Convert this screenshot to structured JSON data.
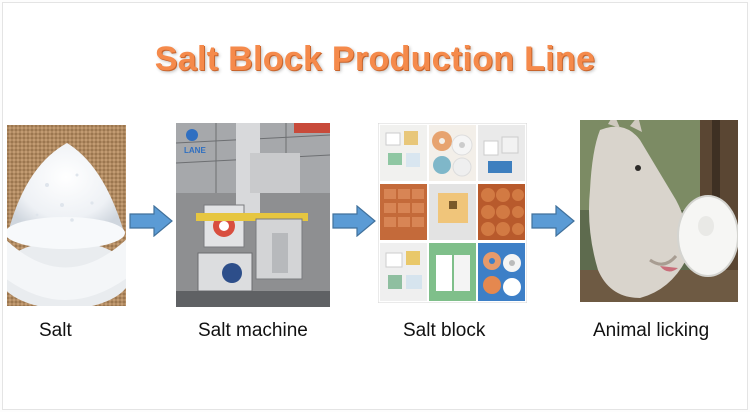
{
  "title": "Salt Block Production Line",
  "colors": {
    "title": "#f58a4b",
    "arrow_fill": "#5b9bd5",
    "arrow_stroke": "#41719c"
  },
  "steps": [
    {
      "label": "Salt",
      "image": "salt-bowl-image"
    },
    {
      "label": "Salt machine",
      "image": "press-machine-image"
    },
    {
      "label": "Salt block",
      "image": "salt-block-collage-image"
    },
    {
      "label": "Animal licking",
      "image": "horse-licking-image"
    }
  ],
  "machine_logo": "LANE"
}
